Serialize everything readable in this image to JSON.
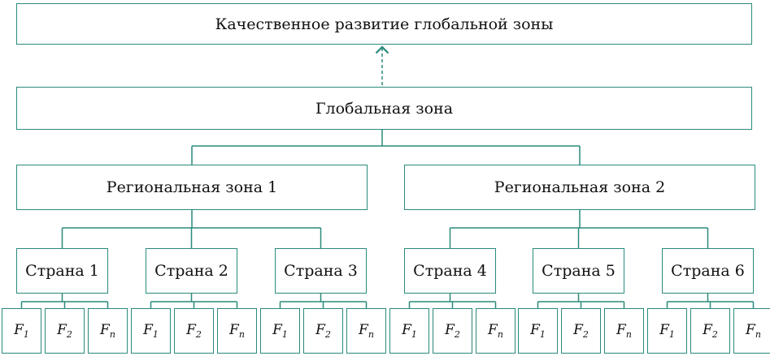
{
  "diagram": {
    "top": {
      "label": "Качественное развитие глобальной зоны"
    },
    "global": {
      "label": "Глобальная зона"
    },
    "regions": [
      {
        "label": "Региональная зона 1"
      },
      {
        "label": "Региональная зона 2"
      }
    ],
    "countries": [
      {
        "label": "Страна 1",
        "region": 0
      },
      {
        "label": "Страна 2",
        "region": 0
      },
      {
        "label": "Страна 3",
        "region": 0
      },
      {
        "label": "Страна 4",
        "region": 1
      },
      {
        "label": "Страна 5",
        "region": 1
      },
      {
        "label": "Страна 6",
        "region": 1
      }
    ],
    "factors": [
      {
        "letter": "F",
        "sub": "1"
      },
      {
        "letter": "F",
        "sub": "2"
      },
      {
        "letter": "F",
        "sub": "n"
      }
    ],
    "colors": {
      "border": "#2a8a7c",
      "text": "#111111"
    }
  }
}
